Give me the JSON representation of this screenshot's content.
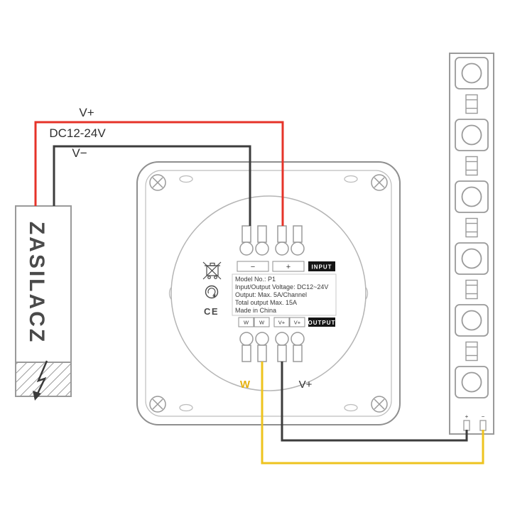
{
  "wiring": {
    "labels": {
      "v_plus": "V+",
      "dc_range": "DC12-24V",
      "v_minus": "V−",
      "psu_name": "ZASILACZ",
      "output_w": "W",
      "output_vplus": "V+"
    },
    "panel": {
      "input_minus": "−",
      "input_plus": "+",
      "input_badge": "INPUT",
      "output_badge": "OUTPUT",
      "output_terminals": [
        "W",
        "W",
        "V+",
        "V+"
      ],
      "specs": [
        "Model No.: P1",
        "Input/Output Voltage: DC12~24V",
        "Output: Max. 5A/Channel",
        "Total output Max. 15A",
        "Made in China"
      ],
      "ce": "CE"
    },
    "strip": {
      "plus": "+",
      "minus": "−"
    },
    "colors": {
      "red_wire": "#e63329",
      "black_wire": "#3c3c3c",
      "yellow_wire": "#eec31e",
      "outline": "#969696"
    }
  }
}
